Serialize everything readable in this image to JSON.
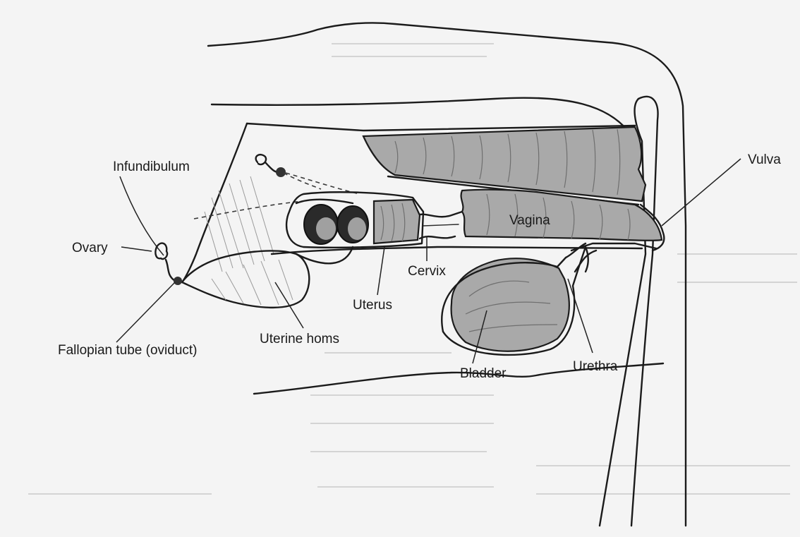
{
  "labels": {
    "infundibulum": "Infundibulum",
    "ovary": "Ovary",
    "fallopian_tube": "Fallopian tube (oviduct)",
    "uterine_horns": "Uterine homs",
    "uterus": "Uterus",
    "cervix": "Cervix",
    "vagina": "Vagina",
    "bladder": "Bladder",
    "urethra": "Urethra",
    "vulva": "Vulva"
  }
}
